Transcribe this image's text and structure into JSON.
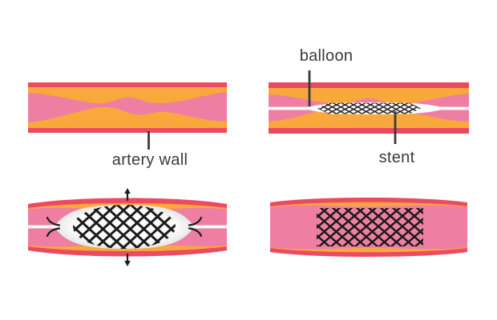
{
  "labels": {
    "balloon": "balloon",
    "stent": "stent",
    "artery_wall": "artery wall"
  },
  "colors": {
    "artery_red": "#ea4b61",
    "plaque_orange": "#f9a93b",
    "lumen_pink": "#ee7fa3",
    "device_white": "#ffffff",
    "mesh_black": "#1b1b1b",
    "label_text": "#3a3a3c"
  },
  "panels": [
    {
      "id": "narrowed-artery"
    },
    {
      "id": "stent-and-balloon-inserted"
    },
    {
      "id": "balloon-inflated-stent-expanded"
    },
    {
      "id": "stent-in-place"
    }
  ]
}
